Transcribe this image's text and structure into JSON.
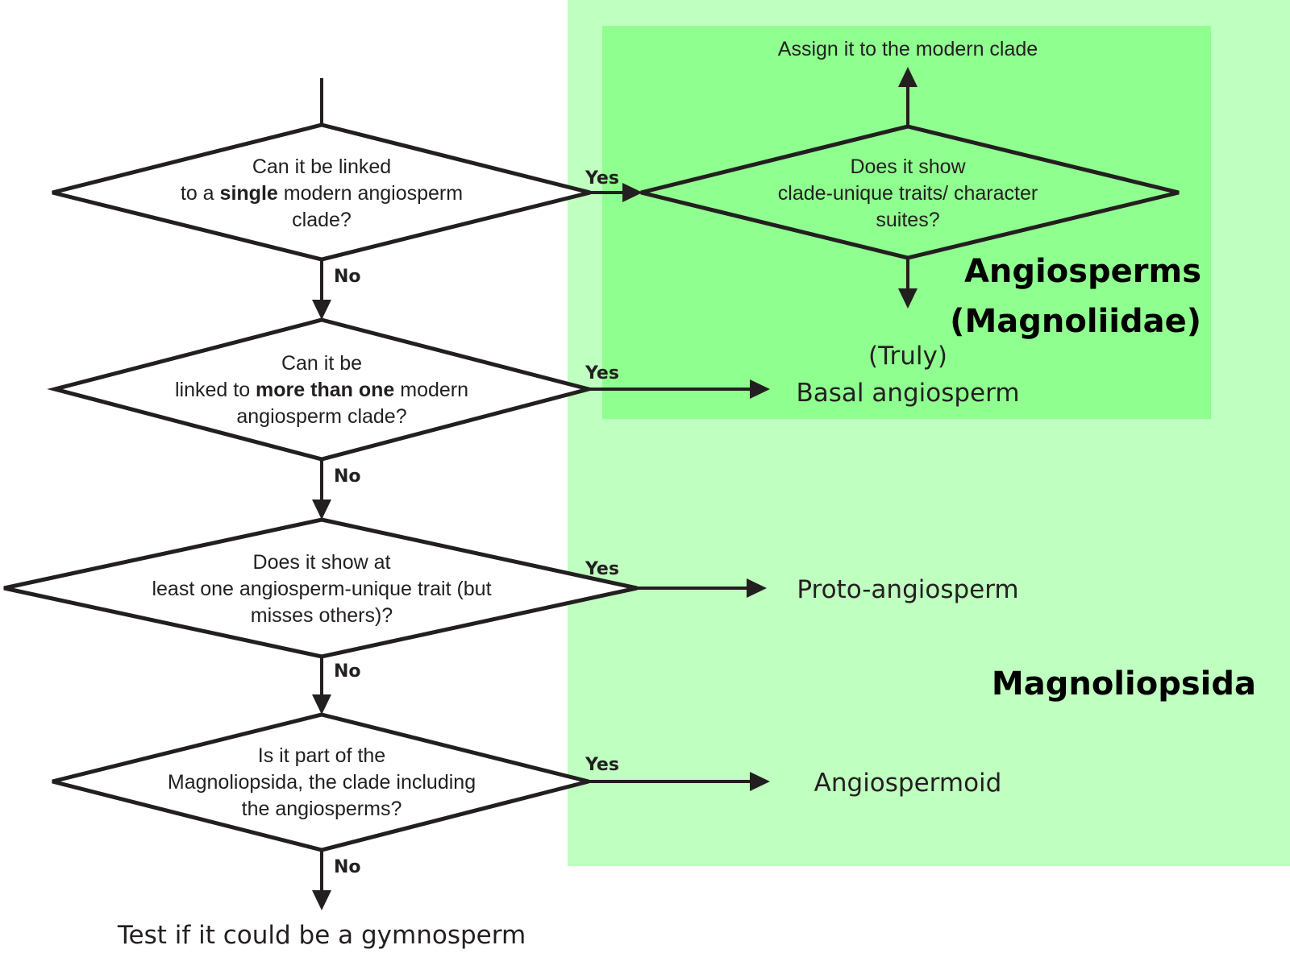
{
  "colors": {
    "outer_region": "#bfffbf",
    "inner_region": "#8fff8f",
    "stroke": "#231f20"
  },
  "regions": {
    "outer": "Magnoliopsida",
    "inner_line1": "Angiosperms",
    "inner_line2": "(Magnoliidae)"
  },
  "questions": [
    {
      "lines": [
        [
          {
            "t": "Can it be linked"
          }
        ],
        [
          {
            "t": "to a "
          },
          {
            "t": "single",
            "b": true
          },
          {
            "t": " modern angiosperm"
          }
        ],
        [
          {
            "t": "clade?"
          }
        ]
      ]
    },
    {
      "lines": [
        [
          {
            "t": "Can it be"
          }
        ],
        [
          {
            "t": "linked to "
          },
          {
            "t": "more than one",
            "b": true
          },
          {
            "t": " modern"
          }
        ],
        [
          {
            "t": "angiosperm clade?"
          }
        ]
      ]
    },
    {
      "lines": [
        [
          {
            "t": "Does it show at"
          }
        ],
        [
          {
            "t": "least one angiosperm-unique trait (but"
          }
        ],
        [
          {
            "t": "misses others)?"
          }
        ]
      ]
    },
    {
      "lines": [
        [
          {
            "t": "Is it part of the"
          }
        ],
        [
          {
            "t": "Magnoliopsida, the clade including"
          }
        ],
        [
          {
            "t": "the angiosperms?"
          }
        ]
      ]
    },
    {
      "lines": [
        [
          {
            "t": "Does it show"
          }
        ],
        [
          {
            "t": "clade-unique traits/ character"
          }
        ],
        [
          {
            "t": "suites?"
          }
        ]
      ]
    }
  ],
  "edge_labels": {
    "yes": "Yes",
    "no": "No"
  },
  "outcomes": {
    "modern": "Assign it to the modern clade",
    "truly": "(Truly)",
    "basal": "Basal angiosperm",
    "proto": "Proto-angiosperm",
    "angiospermoid": "Angiospermoid",
    "gymno": "Test if it could be a gymnosperm"
  }
}
